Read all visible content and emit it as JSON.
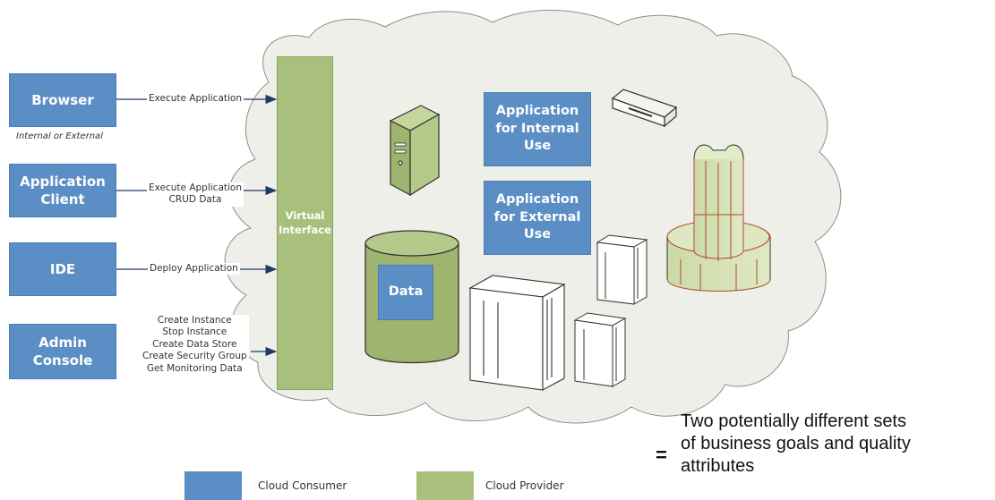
{
  "consumers": [
    {
      "label": "Browser",
      "note": "Internal or External",
      "actions": "Execute Application"
    },
    {
      "label": "Application\nClient",
      "actions": "Execute Application\nCRUD Data"
    },
    {
      "label": "IDE",
      "actions": "Deploy Application"
    },
    {
      "label": "Admin\nConsole",
      "actions": "Create Instance\nStop Instance\nCreate Data Store\nCreate Security Group\nGet Monitoring Data"
    }
  ],
  "virtual_interface": "Virtual\nInterface",
  "cloud_apps": [
    {
      "label": "Application\nfor Internal\nUse"
    },
    {
      "label": "Application\nfor External\nUse"
    }
  ],
  "data_store": "Data",
  "legend": [
    {
      "label": "Cloud Consumer",
      "color": "#5b8ec4"
    },
    {
      "label": "Cloud Provider",
      "color": "#a8c07c"
    }
  ],
  "statement": {
    "symbol": "=",
    "lines": [
      "Two potentially different sets",
      "of business goals and quality",
      "attributes"
    ]
  }
}
